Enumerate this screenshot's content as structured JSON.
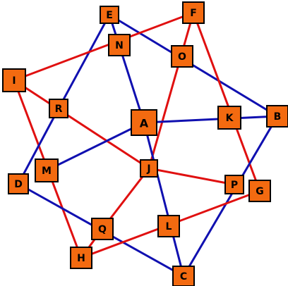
{
  "colors": {
    "node_fill": "#f36a10",
    "node_border": "#000000",
    "edge_red": "#e01010",
    "edge_blue": "#1010b0",
    "background": "#ffffff"
  },
  "nodes": [
    {
      "id": "A",
      "label": "A"
    },
    {
      "id": "B",
      "label": "B"
    },
    {
      "id": "C",
      "label": "C"
    },
    {
      "id": "D",
      "label": "D"
    },
    {
      "id": "E",
      "label": "E"
    },
    {
      "id": "F",
      "label": "F"
    },
    {
      "id": "G",
      "label": "G"
    },
    {
      "id": "H",
      "label": "H"
    },
    {
      "id": "I",
      "label": "I"
    },
    {
      "id": "J",
      "label": "J"
    },
    {
      "id": "K",
      "label": "K"
    },
    {
      "id": "L",
      "label": "L"
    },
    {
      "id": "M",
      "label": "M"
    },
    {
      "id": "N",
      "label": "N"
    },
    {
      "id": "O",
      "label": "O"
    },
    {
      "id": "P",
      "label": "P"
    },
    {
      "id": "Q",
      "label": "Q"
    },
    {
      "id": "R",
      "label": "R"
    }
  ],
  "edges": [
    {
      "from": "E",
      "to": "R",
      "color": "blue"
    },
    {
      "from": "E",
      "to": "A",
      "color": "blue"
    },
    {
      "from": "E",
      "to": "B",
      "color": "blue"
    },
    {
      "from": "I",
      "to": "F",
      "color": "red"
    },
    {
      "from": "I",
      "to": "J",
      "color": "red"
    },
    {
      "from": "I",
      "to": "H",
      "color": "red"
    },
    {
      "from": "F",
      "to": "J",
      "color": "red"
    },
    {
      "from": "F",
      "to": "G",
      "color": "red"
    },
    {
      "from": "R",
      "to": "D",
      "color": "blue"
    },
    {
      "from": "A",
      "to": "B",
      "color": "blue"
    },
    {
      "from": "A",
      "to": "M",
      "color": "blue"
    },
    {
      "from": "A",
      "to": "C",
      "color": "blue"
    },
    {
      "from": "B",
      "to": "C",
      "color": "blue"
    },
    {
      "from": "D",
      "to": "C",
      "color": "blue"
    },
    {
      "from": "J",
      "to": "Q",
      "color": "red"
    },
    {
      "from": "J",
      "to": "P",
      "color": "red"
    },
    {
      "from": "Q",
      "to": "H",
      "color": "red"
    },
    {
      "from": "H",
      "to": "G",
      "color": "red"
    }
  ]
}
